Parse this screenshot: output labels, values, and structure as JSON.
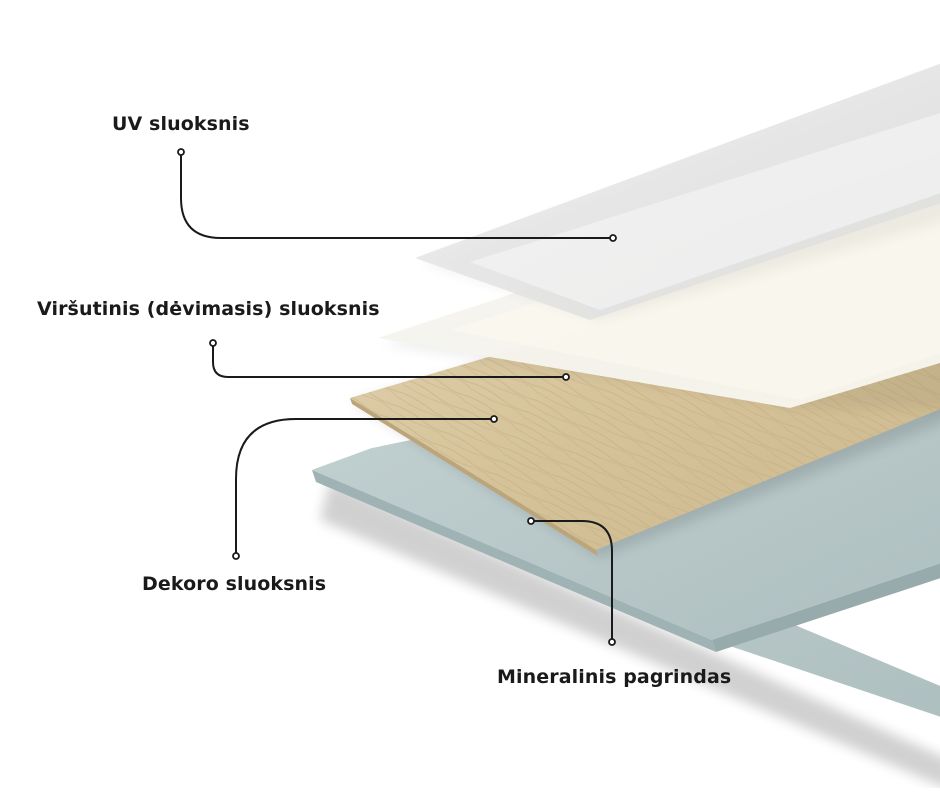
{
  "labels": {
    "uv": "UV sluoksnis",
    "wear": "Viršutinis (dėvimasis) sluoksnis",
    "decor": "Dekoro sluoksnis",
    "base": "Mineralinis pagrindas"
  },
  "colors": {
    "base_top": "#b9c9c9",
    "base_edge": "#a3b6b7",
    "decor": "#d8c6a0",
    "wear": "#efefeb",
    "uv": "#e6e6e6",
    "text": "#1a1a1a"
  }
}
